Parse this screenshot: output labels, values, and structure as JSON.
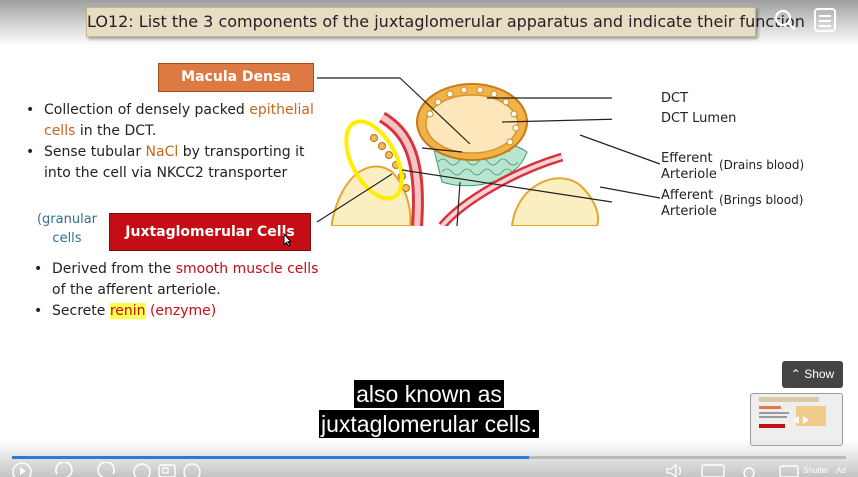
{
  "slide": {
    "title": "LO12: List the 3 components of the juxtaglomerular apparatus and indicate their function",
    "macula_densa": {
      "label": "Macula Densa",
      "bullet1_parts": [
        "Collection of densely packed ",
        "epithelial cells",
        " in the DCT."
      ],
      "bullet2_parts": [
        "Sense tubular ",
        "NaCl",
        " by transporting it into the cell via NKCC2 transporter"
      ]
    },
    "jg_cells": {
      "note": "(granular cells",
      "label": "Juxtaglomerular Cells",
      "bullet1_parts": [
        "Derived from the ",
        "smooth muscle cells",
        " of the afferent arteriole."
      ],
      "bullet2_parts": [
        "Secrete ",
        "renin",
        " (enzyme)"
      ]
    },
    "diagram_labels": {
      "dct": "DCT",
      "dct_lumen": "DCT Lumen",
      "efferent": "Efferent Arteriole",
      "efferent_note": "(Drains blood)",
      "afferent": "Afferent Arteriole",
      "afferent_note": "(Brings blood)"
    }
  },
  "caption": {
    "line1": "also known as",
    "line2": "juxtaglomerular cells."
  },
  "overlay": {
    "show_label": "Show"
  },
  "player": {
    "progress_percent": 62,
    "settings_text": "Shutter",
    "settings_text2": "Ad"
  },
  "colors": {
    "progress": "#2b7ad8",
    "macula_box": "#dd7a43",
    "jg_box": "#c40d14"
  },
  "icons": [
    "search-icon",
    "menu-icon",
    "play-icon",
    "replay-icon",
    "forward-icon",
    "subtitles-icon",
    "volume-icon",
    "fullscreen-icon"
  ]
}
